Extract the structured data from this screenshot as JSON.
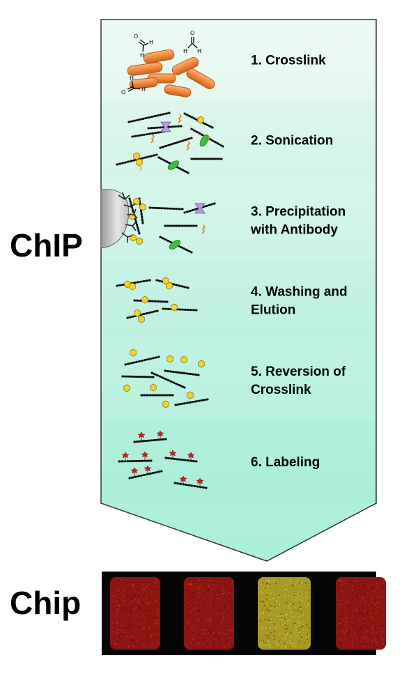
{
  "labels": {
    "chip_protocol": "ChIP",
    "chip_array": "Chip"
  },
  "steps": [
    {
      "line1": "1. Crosslink",
      "line2": ""
    },
    {
      "line1": "2. Sonication",
      "line2": ""
    },
    {
      "line1": "3. Precipitation",
      "line2": "with Antibody"
    },
    {
      "line1": "4. Washing and",
      "line2": "Elution"
    },
    {
      "line1": "5. Reversion of",
      "line2": "Crosslink"
    },
    {
      "line1": "6. Labeling",
      "line2": ""
    }
  ],
  "colors": {
    "band_start": "#eefaf4",
    "band_end": "#a8efd9",
    "outline": "#333333",
    "bacteria": "#f08a3c",
    "protein_yellow": "#f5d22c",
    "protein_green": "#3fbf3f",
    "protein_purple": "#b99be0",
    "fragment_orange": "#f07a1e",
    "bead": "#bdbdbd",
    "label_red": "#c81e1e",
    "array_bg": "#050505",
    "array_red": "#8c1512",
    "array_yellow": "#a79a24"
  },
  "array": {
    "panel_count": 4,
    "bright_panel_index": 2
  }
}
